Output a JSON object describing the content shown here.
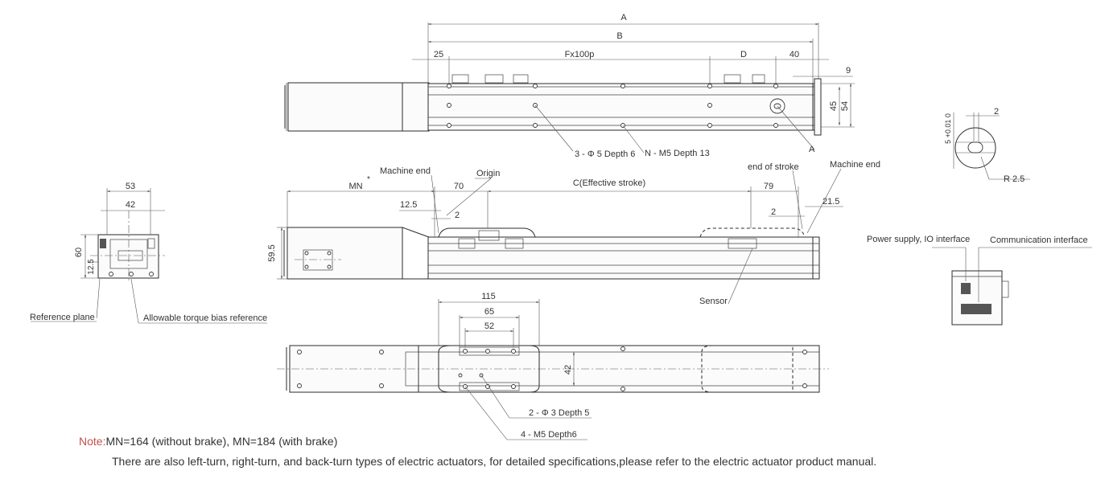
{
  "top_view": {
    "dim_A": "A",
    "dim_B": "B",
    "dim_25": "25",
    "dim_F": "Fx100p",
    "dim_D": "D",
    "dim_40": "40",
    "dim_9": "9",
    "dim_45": "45",
    "dim_54": "54",
    "holes_label": "3 - Φ 5 Depth 6",
    "thread_label": "N - M5 Depth 13",
    "section_label": "A"
  },
  "detail_view": {
    "tolerance": "5 +0.01 0",
    "dim_2": "2",
    "radius": "R 2.5"
  },
  "side_view": {
    "mn": "MN",
    "mn_mark": "*",
    "machine_end_left": "Machine end",
    "origin": "Origin",
    "dim_70": "70",
    "effective_stroke": "C(Effective stroke)",
    "end_of_stroke": "end of stroke",
    "machine_end_right": "Machine end",
    "dim_79": "79",
    "dim_12_5": "12.5",
    "dim_2_left": "2",
    "dim_2_right": "2",
    "dim_21_5": "21.5",
    "dim_59_5": "59.5",
    "sensor": "Sensor"
  },
  "end_view": {
    "dim_53": "53",
    "dim_42": "42",
    "dim_60": "60",
    "dim_12_5": "12.5",
    "reference_plane": "Reference plane",
    "torque_ref": "Allowable torque bias reference"
  },
  "interface_view": {
    "power_label": "Power supply, IO interface",
    "comm_label": "Communication interface"
  },
  "bottom_view": {
    "dim_115": "115",
    "dim_65": "65",
    "dim_52": "52",
    "dim_42": "42",
    "holes_label": "2 - Φ 3 Depth 5",
    "thread_label": "4 - M5  Depth6"
  },
  "notes": {
    "note_key": "Note:",
    "note_text": "MN=164 (without brake), MN=184 (with brake)",
    "note_line2": "There are also left-turn, right-turn, and back-turn types of electric actuators, for detailed specifications,please refer to the electric actuator product manual."
  },
  "colors": {
    "note_accent": "#c0504d",
    "line": "#2b2b2b"
  }
}
